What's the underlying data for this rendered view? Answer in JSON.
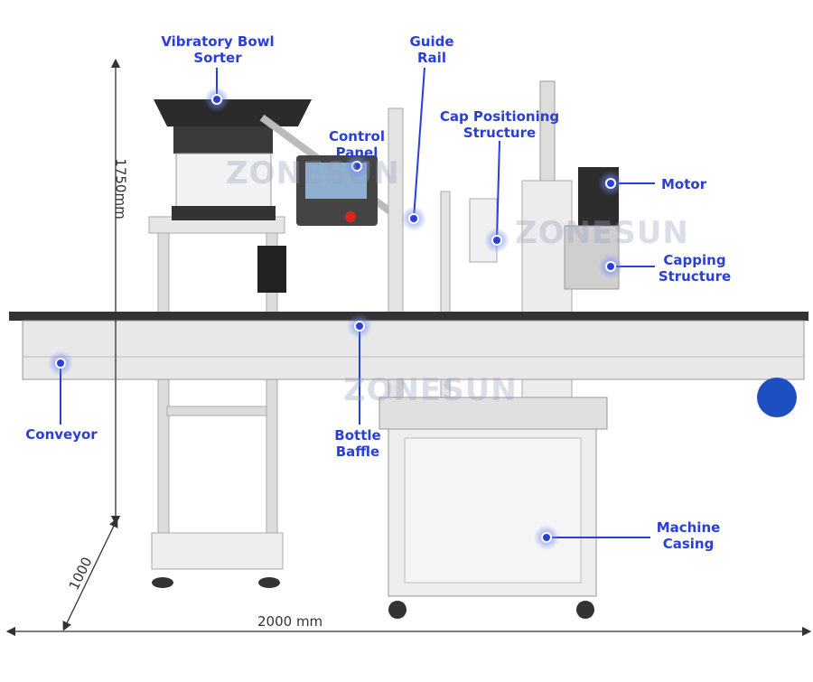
{
  "watermark": "ZONESUN",
  "accent_color": "#2a3fd6",
  "labels": {
    "vibratory_bowl_sorter": [
      "Vibratory Bowl",
      "Sorter"
    ],
    "guide_rail": [
      "Guide",
      "Rail"
    ],
    "control_panel": [
      "Control",
      "Panel"
    ],
    "cap_positioning_structure": [
      "Cap Positioning",
      "Structure"
    ],
    "motor": "Motor",
    "capping_structure": [
      "Capping",
      "Structure"
    ],
    "conveyor": "Conveyor",
    "bottle_baffle": [
      "Bottle",
      "Baffle"
    ],
    "machine_casing": [
      "Machine",
      "Casing"
    ]
  },
  "dimensions": {
    "height": "1750mm",
    "depth": "1000",
    "width": "2000 mm"
  }
}
